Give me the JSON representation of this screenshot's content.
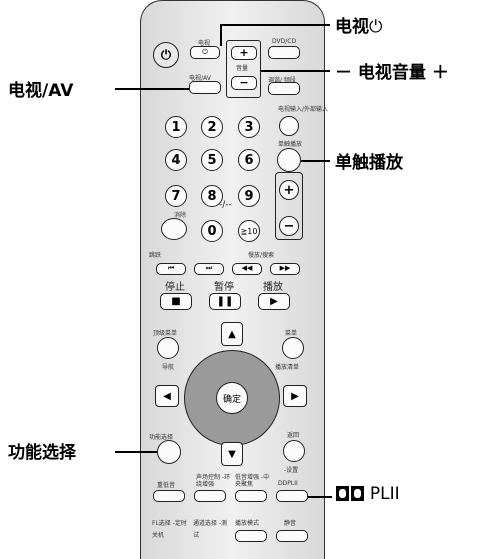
{
  "callouts": {
    "tv_power": "电视",
    "tv_av": "电视/AV",
    "tv_volume": "－ 电视音量 ＋",
    "one_touch_play": "单触播放",
    "function_select": "功能选择",
    "plii": "PLII"
  },
  "remote": {
    "tv_label": "电视",
    "tv_av_label": "电视/AV",
    "volume_label": "音量",
    "dvd_cd_label": "DVD/CD",
    "tuner_label": "调谐/ 频段",
    "input_label": "电视输入/外部输入",
    "one_touch_label": "单触播放",
    "mute_label": "消除",
    "dash_label": "-/--",
    "ge10_label": "≧10",
    "digits": [
      "1",
      "2",
      "3",
      "4",
      "5",
      "6",
      "7",
      "8",
      "9",
      "0"
    ],
    "skip_label": "跳跃",
    "slow_search_label": "慢放/搜索",
    "stop_label": "停止",
    "pause_label": "暂停",
    "play_label": "播放",
    "top_menu_label": "顶级菜单",
    "navi_label": "导航",
    "menu_label": "菜单",
    "playlist_label": "播放清单",
    "enter_label": "确定",
    "function_label": "功能选择",
    "return_label": "返回",
    "setup_label": "-设置",
    "bass_label": "重低音",
    "sound_ctrl_label": "声场控制 -环绕增强",
    "dialog_label": "低音增强 -中央聚焦",
    "plii_label": "PLII",
    "fl_label": "FL选择 -定时关机",
    "channel_label": "通道选择 -测试",
    "mode_label": "播放模式",
    "mute2_label": "静音"
  }
}
